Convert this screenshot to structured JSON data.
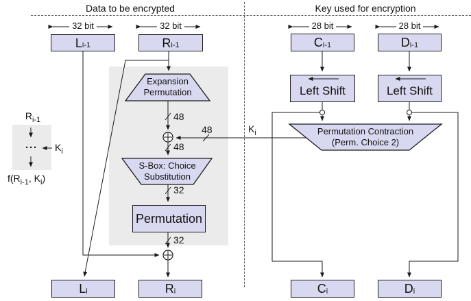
{
  "headers": {
    "data_section": "Data to be encrypted",
    "key_section": "Key used for encryption"
  },
  "bit_widths": {
    "l_prev": "32 bit",
    "r_prev": "32 bit",
    "c_prev": "28 bit",
    "d_prev": "28 bit"
  },
  "registers": {
    "l_prev": {
      "main": "L",
      "sub": "i-1"
    },
    "r_prev": {
      "main": "R",
      "sub": "i-1"
    },
    "c_prev": {
      "main": "C",
      "sub": "i-1"
    },
    "d_prev": {
      "main": "D",
      "sub": "i-1"
    },
    "l_next": {
      "main": "L",
      "sub": "i"
    },
    "r_next": {
      "main": "R",
      "sub": "i"
    },
    "c_next": {
      "main": "C",
      "sub": "i"
    },
    "d_next": {
      "main": "D",
      "sub": "i"
    }
  },
  "blocks": {
    "left_shift_c": "Left Shift",
    "left_shift_d": "Left Shift",
    "permutation": "Permutation"
  },
  "trapezoids": {
    "expansion": {
      "line1": "Expansion",
      "line2": "Permutation"
    },
    "sbox": {
      "line1": "S-Box: Choice",
      "line2": "Substitution"
    },
    "perm_contraction": {
      "line1": "Permutation Contraction",
      "line2": "(Perm. Choice 2)"
    }
  },
  "wire_labels": {
    "expansion_out_bits": "48",
    "key_in_bits": "48",
    "xor_out_bits": "48",
    "sbox_out_bits": "32",
    "permutation_out_bits": "32",
    "key": {
      "main": "K",
      "sub": "i"
    }
  },
  "legend": {
    "input": {
      "main": "R",
      "sub": "i-1"
    },
    "dots": "···",
    "key": {
      "main": "K",
      "sub": "i"
    },
    "output": {
      "p1": "f(R",
      "s1": "i-1",
      "p2": ", K",
      "s2": "i",
      "p3": ")"
    }
  },
  "colors": {
    "box_fill": "#d8d8f0",
    "box_border": "#1a1a1a",
    "panel_gray": "#ebebeb",
    "line": "#1a1a1a"
  }
}
